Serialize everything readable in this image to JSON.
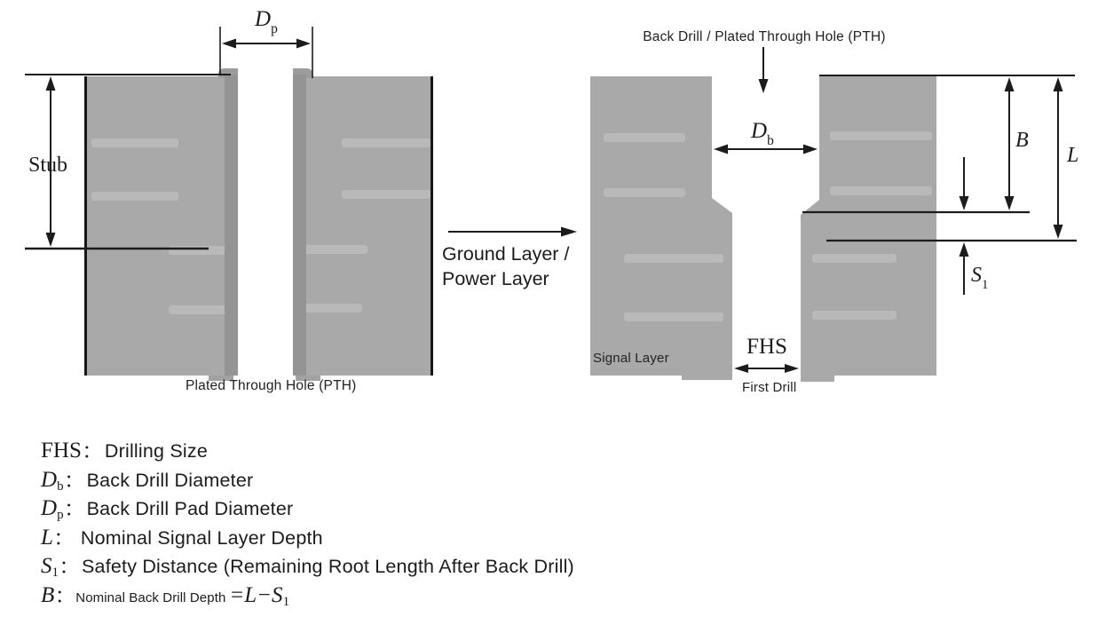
{
  "colors": {
    "background": "#ffffff",
    "block_gray": "#a9a9a9",
    "layer_stripe": "#bcbcbc",
    "hole_plating": "#949494",
    "line_black": "#1c1c1c"
  },
  "left_diagram": {
    "dp_label": {
      "sym": "D",
      "sub": "p"
    },
    "stub_label": "Stub",
    "caption": "Plated Through Hole (PTH)"
  },
  "middle": {
    "label_line1": "Ground Layer /",
    "label_line2": "Power Layer"
  },
  "right_diagram": {
    "caption_top": "Back Drill / Plated Through Hole (PTH)",
    "db_label": {
      "sym": "D",
      "sub": "b"
    },
    "b_label": "B",
    "l_label": "L",
    "s1_label": {
      "sym": "S",
      "sub": "1"
    },
    "fhs_label": "FHS",
    "first_drill_label": "First Drill",
    "signal_layer_label": "Signal Layer"
  },
  "legend": {
    "items": [
      {
        "symbol": "FHS",
        "sub": "",
        "colon": "：",
        "label": "Drilling Size"
      },
      {
        "symbol": "D",
        "sub": "b",
        "colon": "：",
        "label": "Back Drill Diameter"
      },
      {
        "symbol": "D",
        "sub": "p",
        "colon": "：",
        "label": "Back Drill Pad Diameter"
      },
      {
        "symbol": "L",
        "sub": "",
        "colon": "：",
        "label": "Nominal Signal Layer Depth"
      },
      {
        "symbol": "S",
        "sub": "1",
        "colon": "：",
        "label": "Safety Distance (Remaining Root Length After Back Drill)"
      },
      {
        "symbol": "B",
        "sub": "",
        "colon": "：",
        "label": "Nominal Back Drill Depth",
        "formula": "=L−S",
        "formula_sub": "1"
      }
    ]
  }
}
